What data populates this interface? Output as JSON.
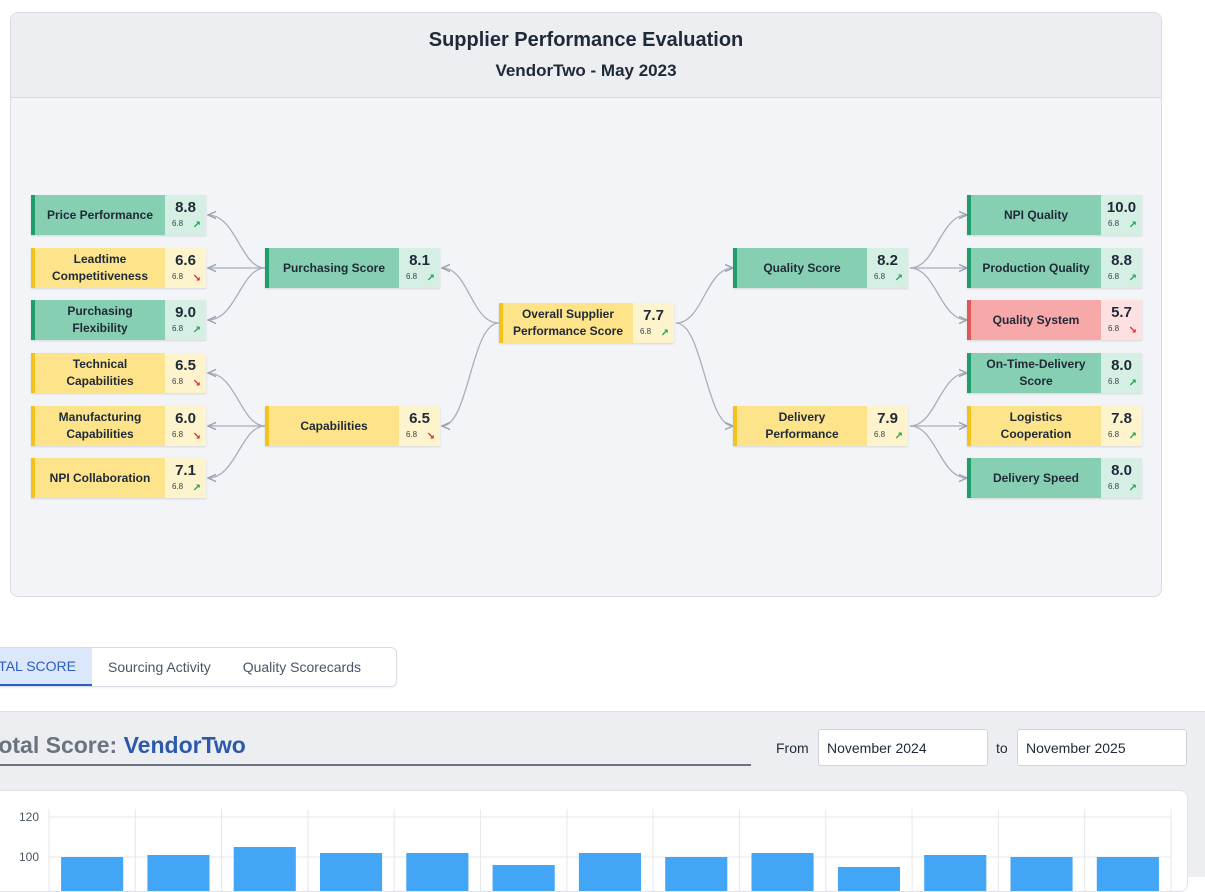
{
  "evaluation": {
    "title": "Supplier Performance Evaluation",
    "subtitle": "VendorTwo - May 2023",
    "nodes": {
      "price_performance": {
        "label": "Price Performance",
        "score": "8.8",
        "prev": "6.8",
        "trend": "↗",
        "status": "green"
      },
      "leadtime_competitiveness": {
        "label": "Leadtime Competitiveness",
        "score": "6.6",
        "prev": "6.8",
        "trend": "↘",
        "status": "yellow"
      },
      "purchasing_flexibility": {
        "label": "Purchasing Flexibility",
        "score": "9.0",
        "prev": "6.8",
        "trend": "↗",
        "status": "green"
      },
      "technical_capabilities": {
        "label": "Technical Capabilities",
        "score": "6.5",
        "prev": "6.8",
        "trend": "↘",
        "status": "yellow"
      },
      "manufacturing_capabilities": {
        "label": "Manufacturing Capabilities",
        "score": "6.0",
        "prev": "6.8",
        "trend": "↘",
        "status": "yellow"
      },
      "npi_collaboration": {
        "label": "NPI Collaboration",
        "score": "7.1",
        "prev": "6.8",
        "trend": "↗",
        "status": "yellow"
      },
      "purchasing_score": {
        "label": "Purchasing Score",
        "score": "8.1",
        "prev": "6.8",
        "trend": "↗",
        "status": "green"
      },
      "capabilities": {
        "label": "Capabilities",
        "score": "6.5",
        "prev": "6.8",
        "trend": "↘",
        "status": "yellow"
      },
      "overall": {
        "label": "Overall Supplier Performance Score",
        "score": "7.7",
        "prev": "6.8",
        "trend": "↗",
        "status": "yellow"
      },
      "quality_score": {
        "label": "Quality Score",
        "score": "8.2",
        "prev": "6.8",
        "trend": "↗",
        "status": "green"
      },
      "delivery_performance": {
        "label": "Delivery Performance",
        "score": "7.9",
        "prev": "6.8",
        "trend": "↗",
        "status": "yellow"
      },
      "npi_quality": {
        "label": "NPI Quality",
        "score": "10.0",
        "prev": "6.8",
        "trend": "↗",
        "status": "green"
      },
      "production_quality": {
        "label": "Production Quality",
        "score": "8.8",
        "prev": "6.8",
        "trend": "↗",
        "status": "green"
      },
      "quality_system": {
        "label": "Quality System",
        "score": "5.7",
        "prev": "6.8",
        "trend": "↘",
        "status": "red"
      },
      "on_time_delivery": {
        "label": "On-Time-Delivery Score",
        "score": "8.0",
        "prev": "6.8",
        "trend": "↗",
        "status": "green"
      },
      "logistics_cooperation": {
        "label": "Logistics Cooperation",
        "score": "7.8",
        "prev": "6.8",
        "trend": "↗",
        "status": "yellow"
      },
      "delivery_speed": {
        "label": "Delivery Speed",
        "score": "8.0",
        "prev": "6.8",
        "trend": "↗",
        "status": "green"
      }
    }
  },
  "tabs": [
    {
      "label": "TAL SCORE",
      "active": true
    },
    {
      "label": "Sourcing Activity",
      "active": false
    },
    {
      "label": "Quality Scorecards",
      "active": false
    }
  ],
  "total_score": {
    "prefix": "Total Score: ",
    "vendor": "VendorTwo",
    "from_label": "From",
    "from_value": "November 2024",
    "to_label": "to",
    "to_value": "November 2025"
  },
  "colors": {
    "green": "#86cfb2",
    "yellow": "#fde38a",
    "red": "#f7a8a8",
    "bar": "#42a5f5",
    "accent": "#2d5aa8"
  },
  "chart_data": {
    "type": "bar",
    "ylim": [
      90,
      120
    ],
    "y_ticks": [
      100,
      120
    ],
    "grid": true,
    "values": [
      100,
      101,
      105,
      102,
      102,
      96,
      102,
      100,
      102,
      95,
      101,
      100,
      100
    ]
  }
}
